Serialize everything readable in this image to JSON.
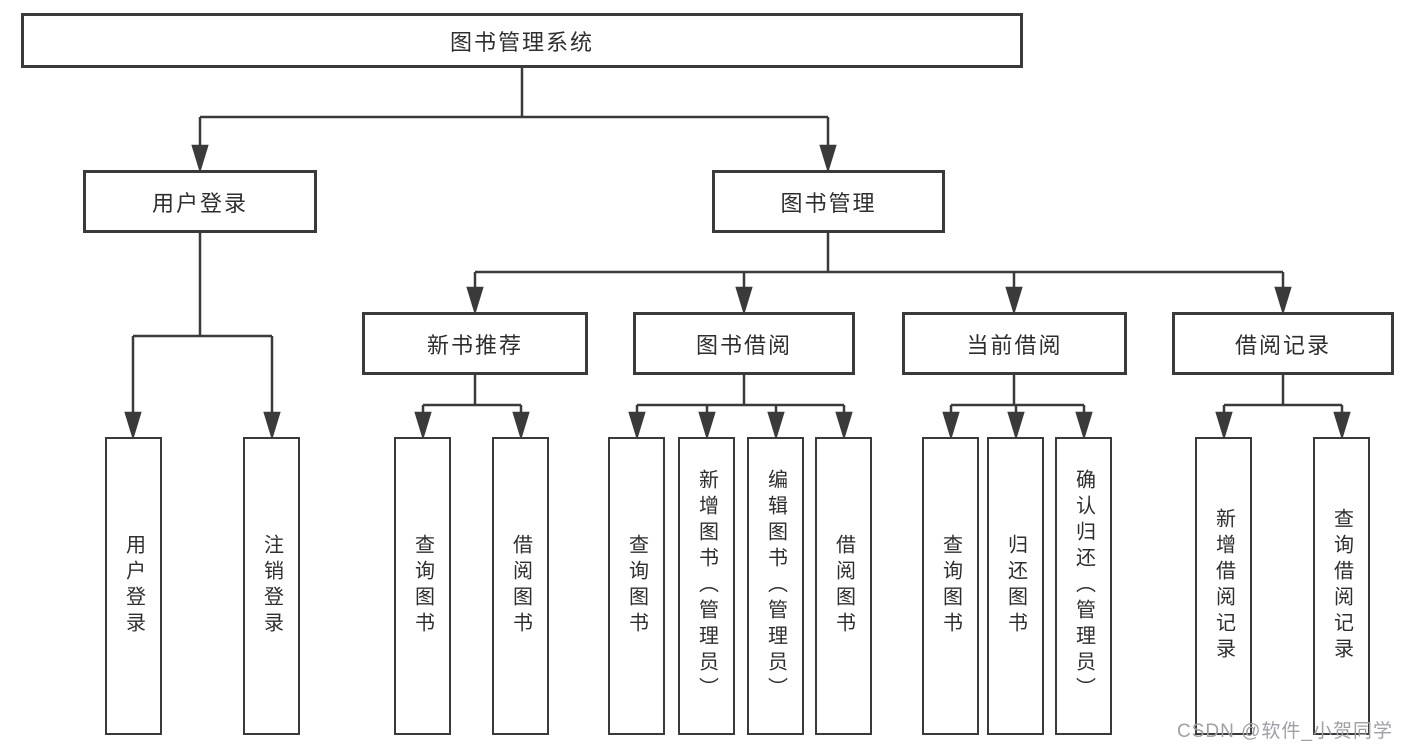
{
  "tree": {
    "label": "图书管理系统",
    "children": [
      {
        "label": "用户登录",
        "children": [
          {
            "label": "用户登录"
          },
          {
            "label": "注销登录"
          }
        ]
      },
      {
        "label": "图书管理",
        "children": [
          {
            "label": "新书推荐",
            "children": [
              {
                "label": "查询图书"
              },
              {
                "label": "借阅图书"
              }
            ]
          },
          {
            "label": "图书借阅",
            "children": [
              {
                "label": "查询图书"
              },
              {
                "label": "新增图书（管理员）"
              },
              {
                "label": "编辑图书（管理员）"
              },
              {
                "label": "借阅图书"
              }
            ]
          },
          {
            "label": "当前借阅",
            "children": [
              {
                "label": "查询图书"
              },
              {
                "label": "归还图书"
              },
              {
                "label": "确认归还（管理员）"
              }
            ]
          },
          {
            "label": "借阅记录",
            "children": [
              {
                "label": "新增借阅记录"
              },
              {
                "label": "查询借阅记录"
              }
            ]
          }
        ]
      }
    ]
  },
  "watermark": {
    "text": "CSDN @软件_小贺同学"
  },
  "colors": {
    "line": "#3a3a3a",
    "text": "#2e2e2e",
    "watermark": "#9fa0a6",
    "background": "#ffffff"
  }
}
